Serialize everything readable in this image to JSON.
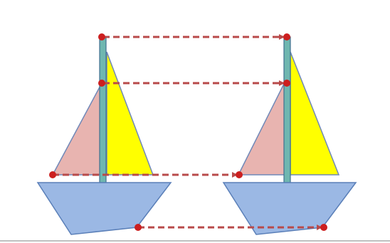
{
  "diagram": {
    "description_free": true,
    "colors": {
      "hull_fill": "#9bb8e4",
      "hull_stroke": "#5a7fb8",
      "mast_fill": "#6fb7b0",
      "mast_stroke": "#3f6f8f",
      "left_sail_fill": "#e8b4b0",
      "left_sail_stroke": "#6f88b8",
      "right_sail_fill": "#ffff00",
      "right_sail_stroke": "#6f88b8",
      "arrow_color": "#b84a4a",
      "dot_color": "#cc1f1f",
      "baseline_color": "#9a9a9a"
    },
    "boats": [
      {
        "name": "original-boat"
      },
      {
        "name": "translated-boat"
      }
    ],
    "arrows": [
      {
        "name": "mast-top-arrow"
      },
      {
        "name": "mast-mid-arrow"
      },
      {
        "name": "sail-corner-arrow"
      },
      {
        "name": "hull-corner-arrow"
      }
    ]
  }
}
